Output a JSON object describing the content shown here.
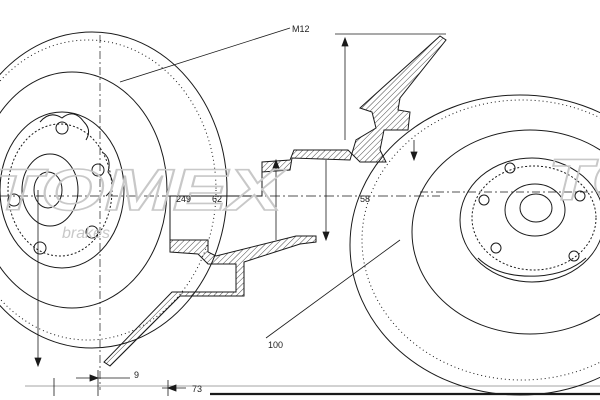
{
  "dimensions": {
    "thread": "M12",
    "dim_a": "249",
    "dim_b": "62",
    "dim_c": "58",
    "dim_d": "100",
    "dim_e": "9",
    "dim_f": "73"
  },
  "watermark": {
    "brand": "TOMEX",
    "sub": "brakes"
  },
  "colors": {
    "line": "#1a1a1a",
    "watermark": "#c8c8c8",
    "background": "#ffffff"
  }
}
